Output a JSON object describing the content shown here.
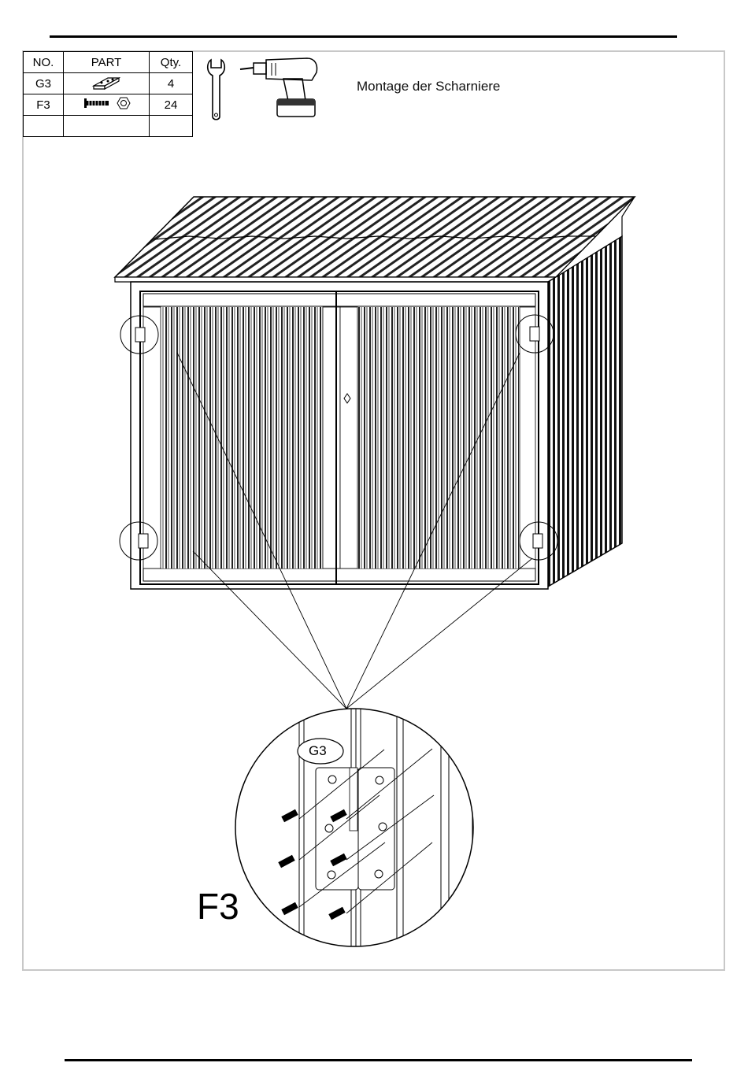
{
  "parts_table": {
    "headers": [
      "NO.",
      "PART",
      "Qty."
    ],
    "rows": [
      {
        "no": "G3",
        "part_icon": "hinge-bracket-icon",
        "qty": "4"
      },
      {
        "no": "F3",
        "part_icon": "screw-and-nut-icon",
        "qty": "24"
      },
      {
        "no": "",
        "part_icon": "",
        "qty": ""
      }
    ]
  },
  "tools": [
    "wrench-icon",
    "cordless-drill-icon"
  ],
  "instruction_title": "Montage der Scharniere",
  "detail": {
    "hinge_label": "G3",
    "screw_label": "F3"
  }
}
